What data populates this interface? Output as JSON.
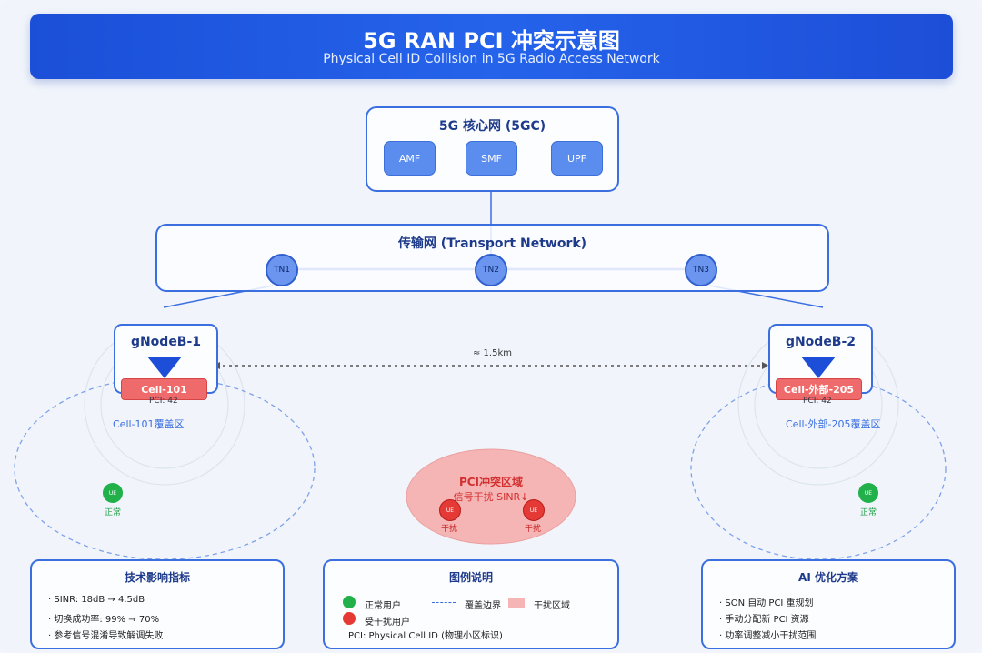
{
  "header": {
    "title": "5G RAN PCI 冲突示意图",
    "subtitle": "Physical Cell ID Collision in 5G Radio Access Network"
  },
  "core": {
    "title": "5G 核心网 (5GC)",
    "functions": [
      "AMF",
      "SMF",
      "UPF"
    ]
  },
  "transport": {
    "title": "传输网 (Transport Network)",
    "nodes": [
      "TN1",
      "TN2",
      "TN3"
    ]
  },
  "gnb1": {
    "title": "gNodeB-1",
    "cell": "Cell-101",
    "pci": "PCI: 42",
    "coverage": "Cell-101覆盖区"
  },
  "gnb2": {
    "title": "gNodeB-2",
    "cell": "Cell-外部-205",
    "pci": "PCI: 42",
    "coverage": "Cell-外部-205覆盖区"
  },
  "distance": "≈ 1.5km",
  "conflict": {
    "title": "PCI冲突区域",
    "subtitle": "信号干扰 SINR↓",
    "ue_text": "UE",
    "ue_label": "干扰"
  },
  "ue_normal": {
    "text": "UE",
    "label": "正常"
  },
  "metrics": {
    "title": "技术影响指标",
    "items": [
      "· SINR: 18dB → 4.5dB",
      "· 切换成功率: 99% → 70%",
      "· 参考信号混淆导致解调失败"
    ]
  },
  "legend": {
    "title": "图例说明",
    "normal_user": "正常用户",
    "coverage_border": "覆盖边界",
    "interference_area": "干扰区域",
    "interfered_user": "受干扰用户",
    "pci_note": "PCI: Physical Cell ID (物理小区标识)"
  },
  "ai": {
    "title": "AI 优化方案",
    "items": [
      "· SON 自动 PCI 重规划",
      "· 手动分配新 PCI 资源",
      "· 功率调整减小干扰范围"
    ]
  },
  "colors": {
    "primary": "#2563eb",
    "border": "#3b6fe0",
    "conflict": "#f4b4b4",
    "ue_normal": "#22b04a",
    "ue_interfered": "#e53935"
  }
}
